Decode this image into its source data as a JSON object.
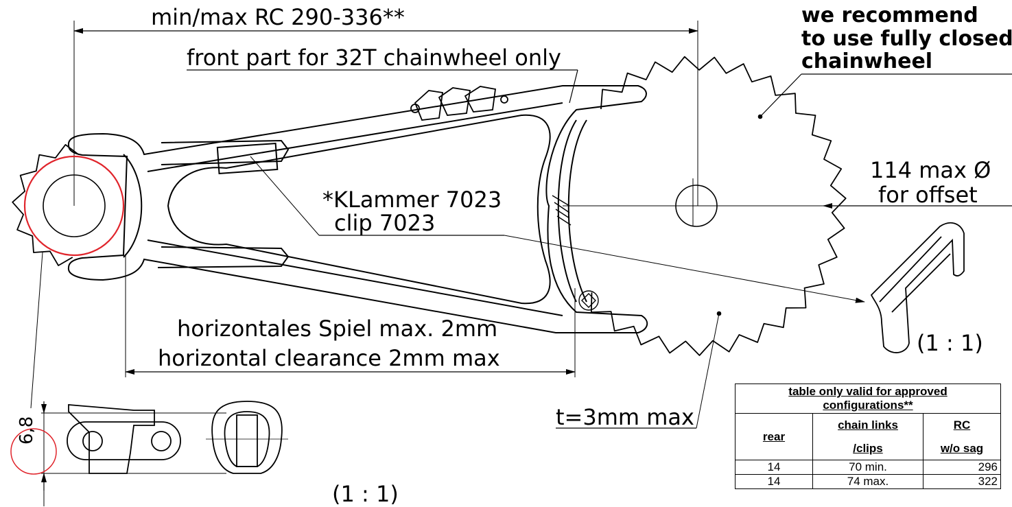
{
  "dimensions": {
    "rc_range": "min/max RC 290-336**",
    "front_part_note": "front part for 32T chainwheel only",
    "recommend": [
      "we recommend",
      "to use fully closed",
      "chainwheel"
    ],
    "clip_label_de": "*KLammer 7023",
    "clip_label_en": "clip 7023",
    "offset_diameter_1": "114 max Ø",
    "offset_diameter_2": "for offset",
    "clearance_de": "horizontales Spiel max. 2mm",
    "clearance_en": "horizontal clearance 2mm max",
    "thickness": "t=3mm max",
    "height": "6,8",
    "scale_clip": "(1 : 1)",
    "scale_parts": "(1 : 1)"
  },
  "table": {
    "title_line1": "table only valid for approved",
    "title_line2": "configurations**",
    "headers": [
      "rear",
      "chain links",
      "/clips",
      "RC",
      "w/o sag"
    ],
    "rows": [
      {
        "rear": "14",
        "links": "70 min.",
        "rc": "296"
      },
      {
        "rear": "14",
        "links": "74 max.",
        "rc": "322"
      }
    ]
  },
  "colors": {
    "line": "#000000",
    "highlight": "#e0242b"
  }
}
